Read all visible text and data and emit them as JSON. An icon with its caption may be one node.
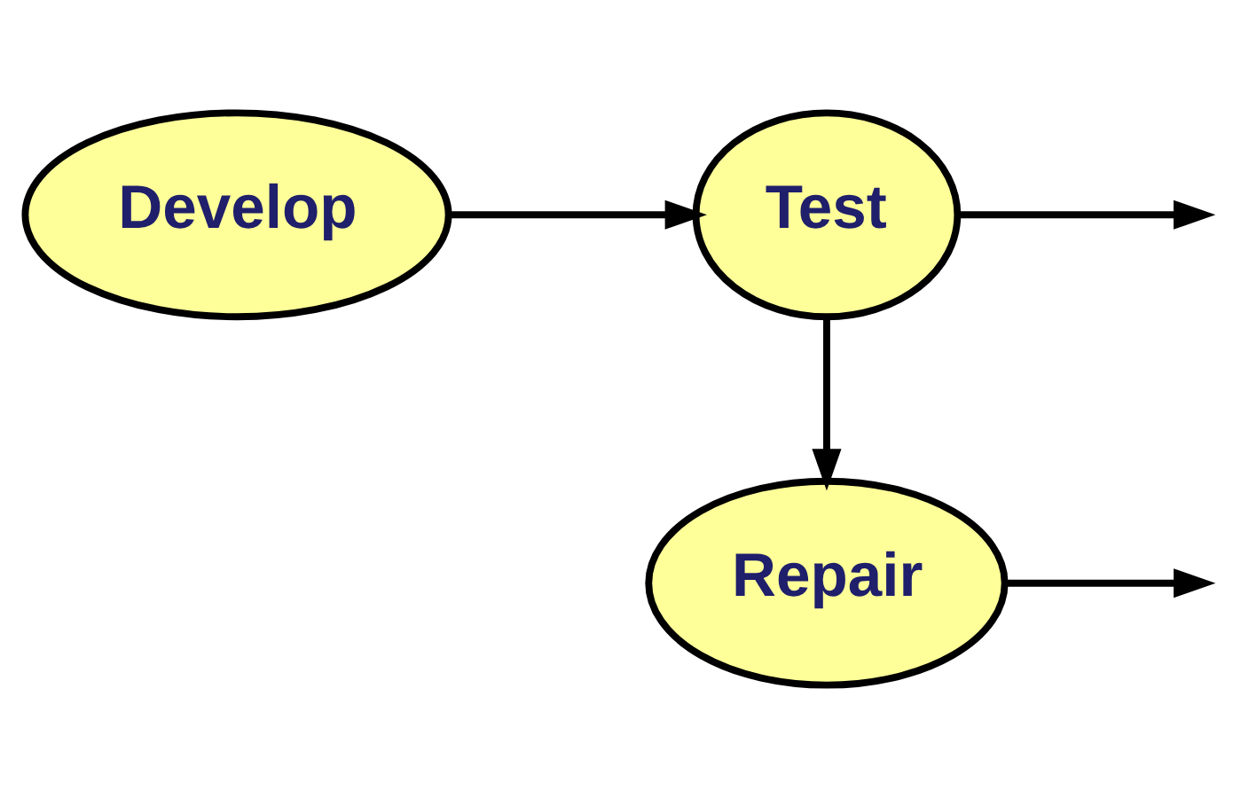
{
  "diagram": {
    "nodes": [
      {
        "text": [
          "Develop"
        ]
      },
      {
        "text": [
          "Test"
        ]
      },
      {
        "text": [
          "Repair"
        ]
      }
    ],
    "edges": [
      {
        "from": 0,
        "to": 1,
        "arrow": "to"
      },
      {
        "from": 1,
        "to": 2,
        "arrow": "to"
      },
      {
        "from": 1,
        "to": null,
        "arrow": "to"
      },
      {
        "from": 2,
        "to": null,
        "arrow": "to"
      }
    ]
  }
}
